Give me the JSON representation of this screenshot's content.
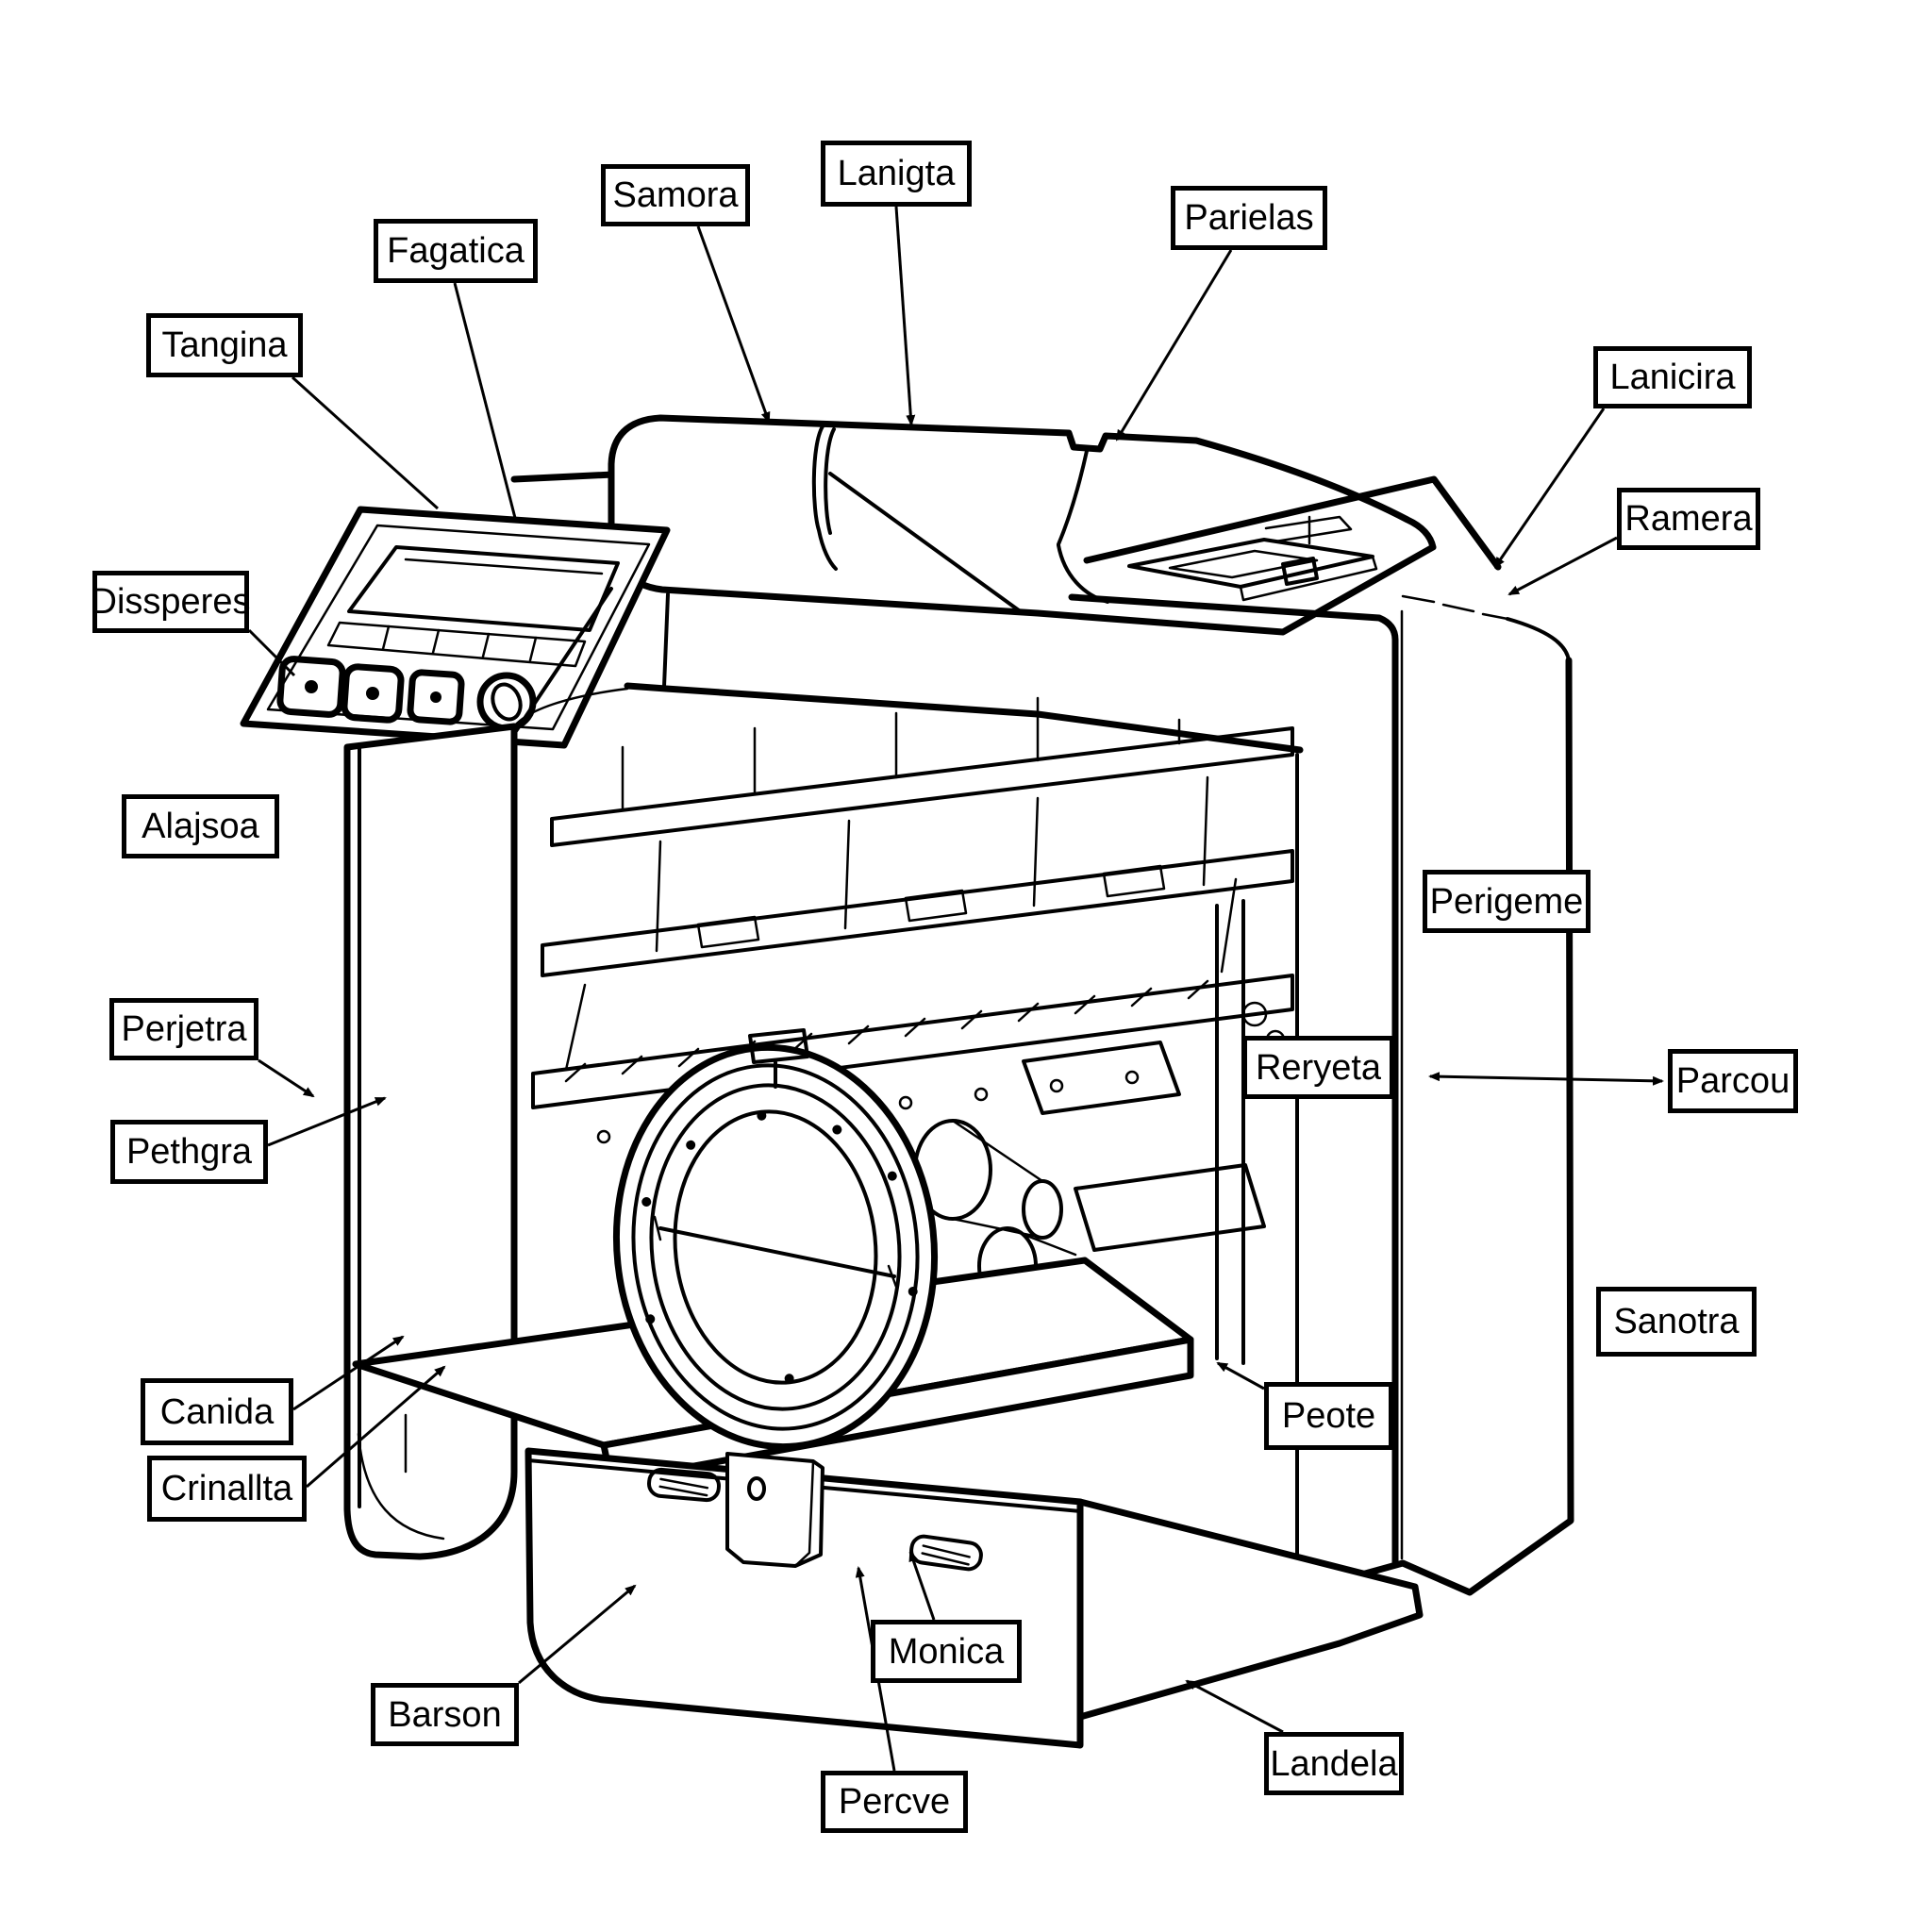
{
  "figure": {
    "type": "technical-diagram",
    "subject": "multifunction printer machine exploded line drawing",
    "colors": {
      "ink": "#000000",
      "paper": "#ffffff"
    },
    "labels": [
      {
        "id": "samora",
        "text": "Samora"
      },
      {
        "id": "lanigta",
        "text": "Lanigta"
      },
      {
        "id": "fagatica",
        "text": "Fagatica"
      },
      {
        "id": "parielas",
        "text": "Parielas"
      },
      {
        "id": "tangina",
        "text": "Tangina"
      },
      {
        "id": "lanicira",
        "text": "Lanicira"
      },
      {
        "id": "ramera",
        "text": "Ramera"
      },
      {
        "id": "dissperes",
        "text": "Dissperes"
      },
      {
        "id": "alajsoa",
        "text": "Alajsoa"
      },
      {
        "id": "perigeme",
        "text": "Perigeme"
      },
      {
        "id": "perjetra",
        "text": "Perjetra"
      },
      {
        "id": "pethgra",
        "text": "Pethgra"
      },
      {
        "id": "reryeta",
        "text": "Reryeta"
      },
      {
        "id": "parcou",
        "text": "Parcou"
      },
      {
        "id": "sanotra",
        "text": "Sanotra"
      },
      {
        "id": "canida",
        "text": "Canida"
      },
      {
        "id": "peote",
        "text": "Peote"
      },
      {
        "id": "crinallta",
        "text": "Crinallta"
      },
      {
        "id": "monica",
        "text": "Monica"
      },
      {
        "id": "barson",
        "text": "Barson"
      },
      {
        "id": "percve",
        "text": "Percve"
      },
      {
        "id": "landela",
        "text": "Landela"
      }
    ]
  }
}
